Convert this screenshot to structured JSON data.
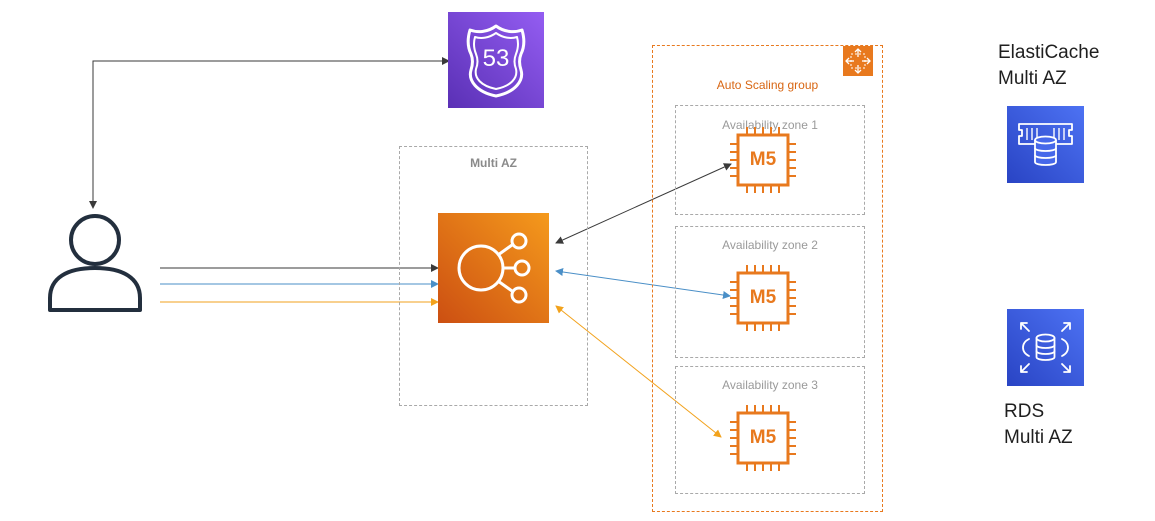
{
  "groups": {
    "multi_az": "Multi AZ",
    "asg": "Auto Scaling group"
  },
  "zones": [
    "Availability zone 1",
    "Availability zone 2",
    "Availability zone 3"
  ],
  "instance_label": "M5",
  "route53_label": "53",
  "elasticache": {
    "line1": "ElastiCache",
    "line2": "Multi AZ"
  },
  "rds": {
    "line1": "RDS",
    "line2": "Multi AZ"
  },
  "icons": [
    "user-icon",
    "route53-icon",
    "load-balancer-icon",
    "ec2-instance-icon",
    "auto-scaling-icon",
    "elasticache-icon",
    "rds-icon"
  ],
  "colors": {
    "arrow_dark": "#3a3a3a",
    "arrow_blue": "#4a8fc7",
    "arrow_orange": "#f2a21c",
    "orange": "#e8791e",
    "purple": "#7b48d6",
    "blue": "#2f56d6"
  }
}
